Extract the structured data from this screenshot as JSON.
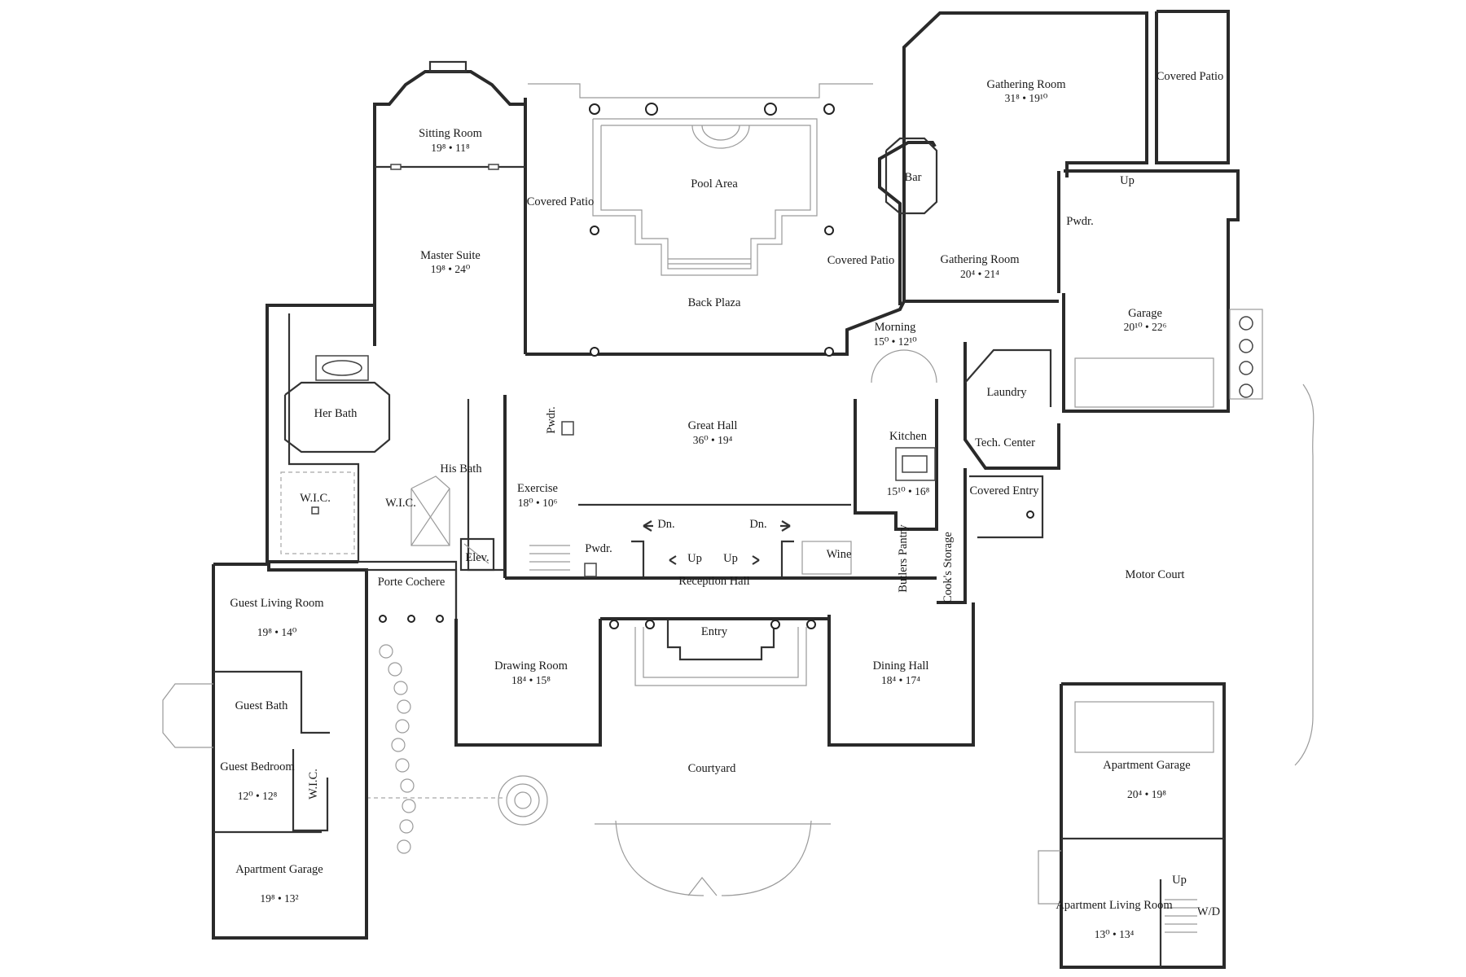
{
  "rooms": {
    "gathering_room_upper": {
      "name": "Gathering Room",
      "dims": "31⁸ • 19¹⁰"
    },
    "covered_patio_ne": {
      "name": "Covered Patio"
    },
    "sitting_room": {
      "name": "Sitting Room",
      "dims": "19⁸ • 11⁸"
    },
    "pool_area": {
      "name": "Pool Area"
    },
    "covered_patio_west": {
      "name": "Covered Patio"
    },
    "covered_patio_east": {
      "name": "Covered Patio"
    },
    "back_plaza": {
      "name": "Back Plaza"
    },
    "master_suite": {
      "name": "Master Suite",
      "dims": "19⁸ • 24⁰"
    },
    "bar": {
      "name": "Bar"
    },
    "pwdr_ne": {
      "name": "Pwdr."
    },
    "gathering_room_lower": {
      "name": "Gathering Room",
      "dims": "20⁴ • 21⁴"
    },
    "garage": {
      "name": "Garage",
      "dims": "20¹⁰ • 22⁶"
    },
    "morning": {
      "name": "Morning",
      "dims": "15⁰ • 12¹⁰"
    },
    "laundry": {
      "name": "Laundry"
    },
    "her_bath": {
      "name": "Her Bath"
    },
    "pwdr_hall": {
      "name": "Pwdr."
    },
    "great_hall": {
      "name": "Great Hall",
      "dims": "36⁰ • 19⁴"
    },
    "kitchen": {
      "name": "Kitchen",
      "dims": "15¹⁰ • 16⁸"
    },
    "tech_center": {
      "name": "Tech. Center"
    },
    "his_bath": {
      "name": "His Bath"
    },
    "exercise": {
      "name": "Exercise",
      "dims": "18⁰ • 10⁶"
    },
    "covered_entry": {
      "name": "Covered Entry"
    },
    "wic_her": {
      "name": "W.I.C."
    },
    "wic_his": {
      "name": "W.I.C."
    },
    "elev": {
      "name": "Elev."
    },
    "pwdr_reception": {
      "name": "Pwdr."
    },
    "wine": {
      "name": "Wine"
    },
    "butlers_pantry": {
      "name": "Butlers Pantry"
    },
    "cooks_storage": {
      "name": "Cook's Storage"
    },
    "reception_hall": {
      "name": "Reception Hall"
    },
    "porte_cochere": {
      "name": "Porte Cochere"
    },
    "guest_living_room": {
      "name": "Guest Living Room",
      "dims": "19⁸ • 14⁰"
    },
    "motor_court": {
      "name": "Motor Court"
    },
    "entry": {
      "name": "Entry"
    },
    "drawing_room": {
      "name": "Drawing Room",
      "dims": "18⁴ • 15⁸"
    },
    "dining_hall": {
      "name": "Dining Hall",
      "dims": "18⁴ • 17⁴"
    },
    "guest_bath": {
      "name": "Guest Bath"
    },
    "guest_bedroom": {
      "name": "Guest Bedroom",
      "dims": "12⁰ • 12⁸"
    },
    "wic_guest": {
      "name": "W.I.C."
    },
    "courtyard": {
      "name": "Courtyard"
    },
    "apartment_garage_right": {
      "name": "Apartment Garage",
      "dims": "20⁴ • 19⁸"
    },
    "apartment_garage_left": {
      "name": "Apartment Garage",
      "dims": "19⁸ • 13²"
    },
    "apartment_living_room": {
      "name": "Apartment Living Room",
      "dims": "13⁰ • 13⁴"
    },
    "wd": {
      "name": "W/D"
    }
  },
  "stair_labels": {
    "up_ne": "Up",
    "dn_left": "Dn.",
    "dn_right": "Dn.",
    "up_left": "Up",
    "up_right": "Up",
    "up_apartment": "Up"
  }
}
